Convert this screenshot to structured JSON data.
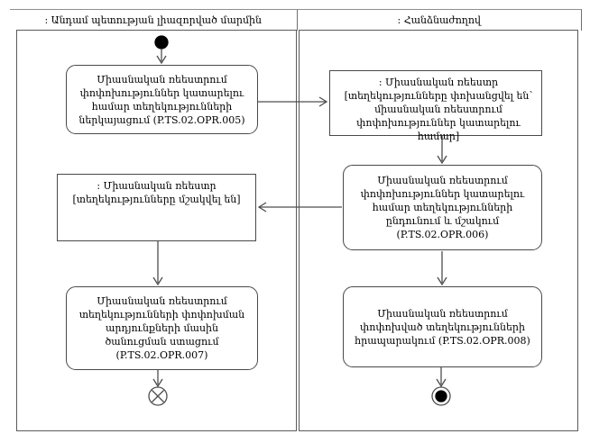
{
  "diagram": {
    "lane_headers": {
      "authorized_body": ": Անդամ պետության լիազորված մարմին",
      "commission": ": Հանձնաժողով"
    },
    "nodes": {
      "action_005": "Միասնական ռեեստրում փոփոխություններ կատարելու համար տեղեկությունների ներկայացում (P.TS.02.OPR.005)",
      "object_transferred": ": Միասնական ռեեստր [տեղեկությունները փոխանցվել են՝ միասնական ռեեստրում փոփոխություններ կատարելու համար]",
      "action_006": "Միասնական ռեեստրում փոփոխություններ կատարելու համար տեղեկությունների ընդունում և մշակում (P.TS.02.OPR.006)",
      "object_processed": ": Միասնական ռեեստր [տեղեկությունները մշակվել են]",
      "action_007": "Միասնական ռեեստրում տեղեկությունների փոփոխման արդյունքների մասին ծանուցման ստացում (P.TS.02.OPR.007)",
      "action_008": "Միասնական ռեեստրում փոփոխված տեղեկությունների հրապարակում (P.TS.02.OPR.008)"
    },
    "icons": {
      "initial": "initial-node-icon",
      "flow_final": "flow-final-icon",
      "activity_final": "activity-final-icon"
    },
    "colors": {
      "line": "#4d4d4d",
      "node_border": "#4a4a4a",
      "text": "#000000",
      "background": "#ffffff"
    }
  }
}
